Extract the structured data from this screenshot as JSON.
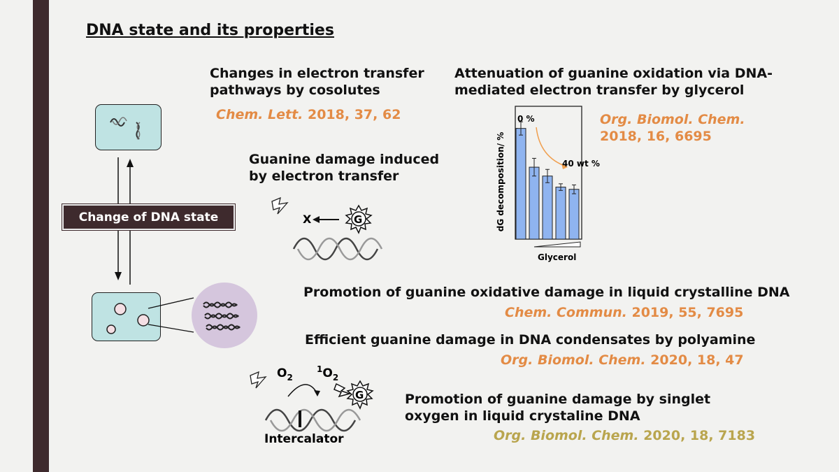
{
  "title": "DNA state and its properties",
  "left_panel": {
    "label": "Change of DNA state"
  },
  "sections": {
    "cosolutes": {
      "heading_line1": "Changes in electron transfer",
      "heading_line2": "pathways by cosolutes",
      "ref_journal": "Chem. Lett.",
      "ref_rest": " 2018, 37, 62"
    },
    "guanine_et": {
      "heading_line1": "Guanine damage induced",
      "heading_line2": "by electron transfer",
      "x_label": "X",
      "g_label": "G"
    },
    "glycerol": {
      "heading_line1": "Attenuation of guanine oxidation via DNA-",
      "heading_line2": "mediated electron transfer by glycerol",
      "ref_journal": "Org. Biomol. Chem.",
      "ref_rest": "2018, 16, 6695"
    },
    "liquid_crystal": {
      "heading": "Promotion of guanine oxidative damage in liquid crystalline DNA",
      "ref_journal": "Chem. Commun.",
      "ref_rest": " 2019, 55, 7695"
    },
    "condensates": {
      "heading": "Efficient guanine damage in DNA condensates by polyamine",
      "ref_journal": "Org. Biomol. Chem.",
      "ref_rest": " 2020, 18, 47"
    },
    "singlet": {
      "heading_line1": "Promotion of guanine damage by singlet",
      "heading_line2": "oxygen in liquid crystaline DNA",
      "ref_journal": "Org. Biomol. Chem.",
      "ref_rest": " 2020, 18, 7183",
      "o2": "O",
      "o2_sub": "2",
      "singlet_sup": "1",
      "singlet_o": "O",
      "singlet_sub": "2",
      "g_label": "G",
      "intercalator": "Intercalator"
    }
  },
  "chart_data": {
    "type": "bar",
    "values": [
      100,
      65,
      57,
      47,
      45
    ],
    "errors": [
      6,
      8,
      6,
      3,
      4
    ],
    "ylim": [
      0,
      120
    ],
    "ylabel": "dG decomposition/ %",
    "xlabel": "Glycerol",
    "annotation_start": "0 %",
    "annotation_end": "40 wt %",
    "bar_color": "#8fb4f0",
    "arrow_color": "#f0a050"
  }
}
